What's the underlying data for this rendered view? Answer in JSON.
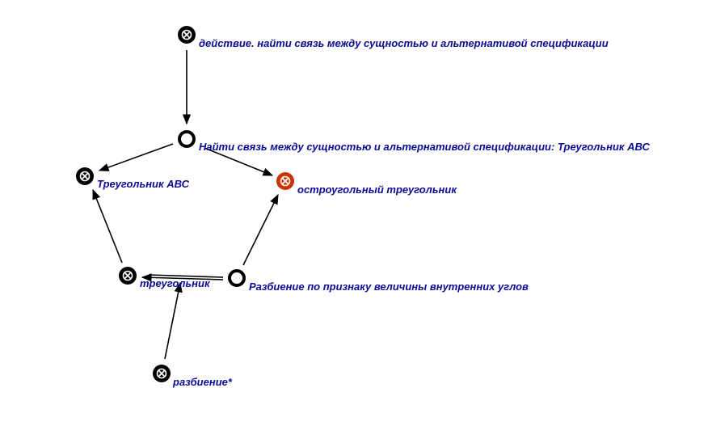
{
  "colors": {
    "label": "#0a0a96",
    "node_dark": "#000000",
    "node_accent": "#cc3300",
    "edge": "#000000",
    "background": "#ffffff"
  },
  "nodes": [
    {
      "id": "action",
      "kind": "dark-cross",
      "label": "действие. найти связь между сущностью и альтернативой спецификации"
    },
    {
      "id": "find-link",
      "kind": "ring",
      "label": "Найти связь между сущностью и альтернативой спецификации: Треугольник АВС"
    },
    {
      "id": "triangle-abc",
      "kind": "dark-cross",
      "label": "Треугольник АВС"
    },
    {
      "id": "acute-triangle",
      "kind": "accent-cross",
      "label": "остроугольный треугольник"
    },
    {
      "id": "triangle",
      "kind": "dark-cross",
      "label": "треугольник"
    },
    {
      "id": "partition-angles",
      "kind": "ring",
      "label": "Разбиение по признаку величины внутренних углов"
    },
    {
      "id": "partition",
      "kind": "dark-cross",
      "label": "разбиение*"
    }
  ],
  "edges": [
    {
      "from": "action",
      "to": "find-link"
    },
    {
      "from": "find-link",
      "to": "triangle-abc"
    },
    {
      "from": "find-link",
      "to": "acute-triangle"
    },
    {
      "from": "triangle",
      "to": "triangle-abc"
    },
    {
      "from": "partition-angles",
      "to": "acute-triangle"
    },
    {
      "from": "partition-angles",
      "to": "triangle",
      "double": true
    },
    {
      "from": "partition",
      "to": "triangle"
    }
  ]
}
